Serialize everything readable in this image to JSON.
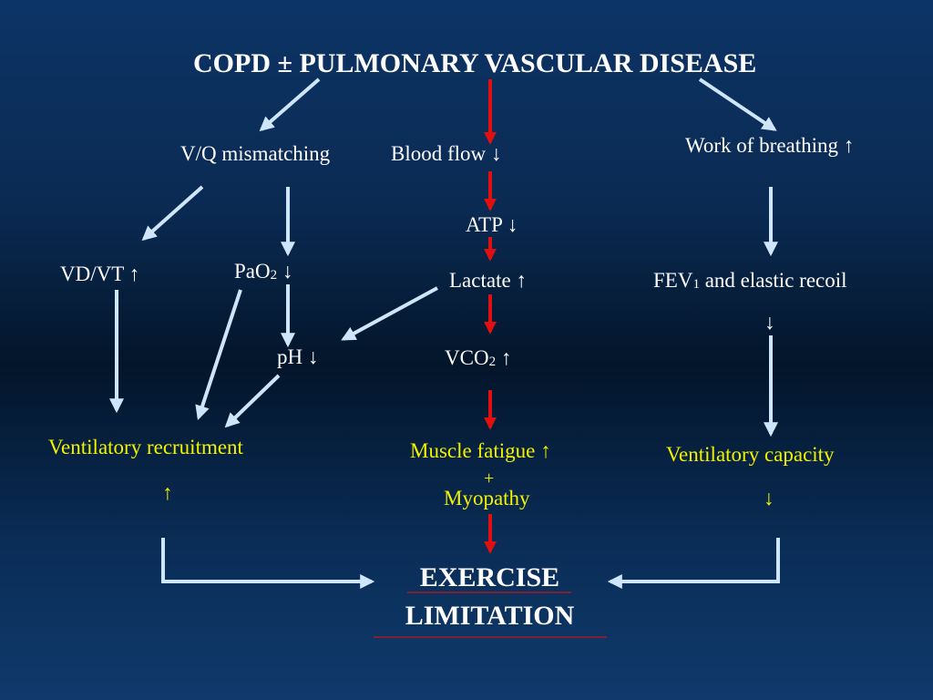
{
  "title": "COPD ± PULMONARY VASCULAR DISEASE",
  "left": {
    "vq": "V/Q mismatching",
    "vdvt": "VD/VT ↑",
    "pao2_main": "PaO",
    "pao2_sub": "2",
    "pao2_arrow": " ↓",
    "ph": "pH ↓",
    "vent_recruitment": "Ventilatory recruitment",
    "vent_recruitment_arrow": "↑"
  },
  "center": {
    "blood_flow": "Blood flow ↓",
    "atp": "ATP ↓",
    "lactate": "Lactate ↑",
    "vco2_main": "VCO",
    "vco2_sub": "2",
    "vco2_arrow": " ↑",
    "muscle_fatigue": "Muscle fatigue ↑",
    "plus": "+",
    "myopathy": "Myopathy"
  },
  "right": {
    "work_of_breathing": "Work of breathing ↑",
    "fev_main": "FEV",
    "fev_sub": "1",
    "fev_rest": " and elastic recoil",
    "fev_arrow": "↓",
    "vent_capacity": "Ventilatory capacity",
    "vent_capacity_arrow": "↓"
  },
  "outcome": {
    "line1": "EXERCISE",
    "line2": "LIMITATION"
  },
  "colors": {
    "arrow_light": "#cfe6fa",
    "arrow_red": "#e01010",
    "text_yellow": "#f2f200",
    "underline_red": "#c01818"
  }
}
